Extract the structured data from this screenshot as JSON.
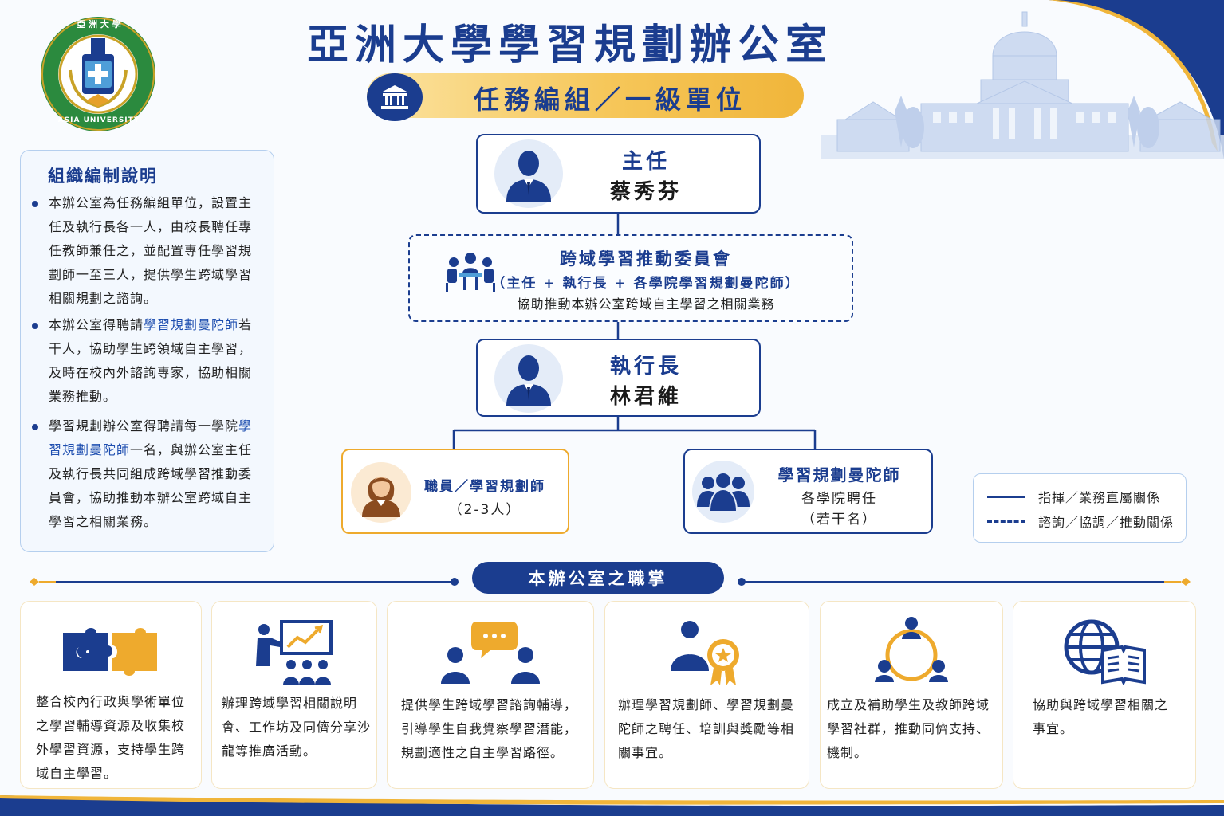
{
  "header": {
    "logo": {
      "ring_text_top": "亞 洲 大 學",
      "ring_text_bottom": "ASIA UNIVERSITY"
    },
    "title": "亞洲大學學習規劃辦公室",
    "subtitle": "任務編組／一級單位",
    "subtitle_icon": "institution-icon"
  },
  "notes": {
    "title": "組織編制說明",
    "items": [
      {
        "parts": [
          {
            "text": "本辦公室為任務編組單位，設置主任及執行長各一人，由校長聘任專任教師兼任之，並配置專任學習規劃師一至三人，提供學生跨域學習相關規劃之諮詢。",
            "highlight": false
          }
        ]
      },
      {
        "parts": [
          {
            "text": "本辦公室得聘請",
            "highlight": false
          },
          {
            "text": "學習規劃曼陀師",
            "highlight": true
          },
          {
            "text": "若干人，協助學生跨領域自主學習，及時在校內外諮詢專家，協助相關業務推動。",
            "highlight": false
          }
        ]
      },
      {
        "parts": [
          {
            "text": "學習規劃辦公室得聘請每一學院",
            "highlight": false
          },
          {
            "text": "學習規劃曼陀師",
            "highlight": true
          },
          {
            "text": "一名，與辦公室主任及執行長共同組成跨域學習推動委員會，協助推動本辦公室跨域自主學習之相關業務。",
            "highlight": false
          }
        ]
      }
    ]
  },
  "org": {
    "director": {
      "role": "主任",
      "name": "蔡秀芬",
      "icon": "businessman-avatar-icon"
    },
    "committee": {
      "title": "跨域學習推動委員會",
      "members": "（主任 + 執行長 + 各學院學習規劃曼陀師）",
      "description": "協助推動本辦公室跨域自主學習之相關業務",
      "icon": "meeting-table-icon"
    },
    "executive": {
      "role": "執行長",
      "name": "林君維",
      "icon": "businessman-avatar-icon"
    },
    "staff": {
      "title": "職員／學習規劃師",
      "count": "（2-3人）",
      "icon": "woman-avatar-icon"
    },
    "mandala": {
      "title": "學習規劃曼陀師",
      "appointment": "各學院聘任",
      "count": "（若干名）",
      "icon": "group-icon"
    }
  },
  "legend": {
    "solid": "指揮／業務直屬關係",
    "dashed": "諮詢／協調／推動關係"
  },
  "duties": {
    "title": "本辦公室之職掌",
    "items": [
      {
        "icon": "puzzle-icon",
        "text": "整合校內行政與學術單位之學習輔導資源及收集校外學習資源，支持學生跨域自主學習。"
      },
      {
        "icon": "presentation-icon",
        "text": "辦理跨域學習相關說明會、工作坊及同儕分享沙龍等推廣活動。"
      },
      {
        "icon": "consultation-icon",
        "text": "提供學生跨域學習諮詢輔導，引導學生自我覺察學習潛能，規劃適性之自主學習路徑。"
      },
      {
        "icon": "award-person-icon",
        "text": "辦理學習規劃師、學習規劃曼陀師之聘任、培訓與獎勵等相關事宜。"
      },
      {
        "icon": "community-cycle-icon",
        "text": "成立及補助學生及教師跨域學習社群，推動同儕支持、機制。"
      },
      {
        "icon": "globe-book-icon",
        "text": "協助與跨域學習相關之事宜。"
      }
    ]
  },
  "colors": {
    "navy": "#1b3d8f",
    "gold": "#eeaa2d",
    "logo_green": "#2b8a3e"
  }
}
